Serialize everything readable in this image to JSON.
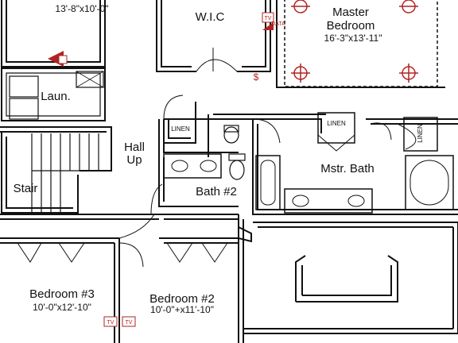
{
  "rooms": {
    "top_left_dims": "13'-8\"x10'-0\"",
    "wic": "W.I.C",
    "master_name_1": "Master",
    "master_name_2": "Bedroom",
    "master_dims": "16'-3\"x13'-11\"",
    "laundry": "Laun.",
    "hall_1": "Hall",
    "hall_2": "Up",
    "stair": "Stair",
    "bath2": "Bath #2",
    "master_bath": "Mstr. Bath",
    "bedroom3_name": "Bedroom #3",
    "bedroom3_dims": "10'-0\"x12'-10\"",
    "bedroom2_name": "Bedroom #2",
    "bedroom2_dims": "10'-0\"+x11'-10\""
  },
  "labels": {
    "linen": "LINEN",
    "tv": "TV"
  },
  "colors": {
    "walls": "#111111",
    "electrical": "#b22222"
  }
}
